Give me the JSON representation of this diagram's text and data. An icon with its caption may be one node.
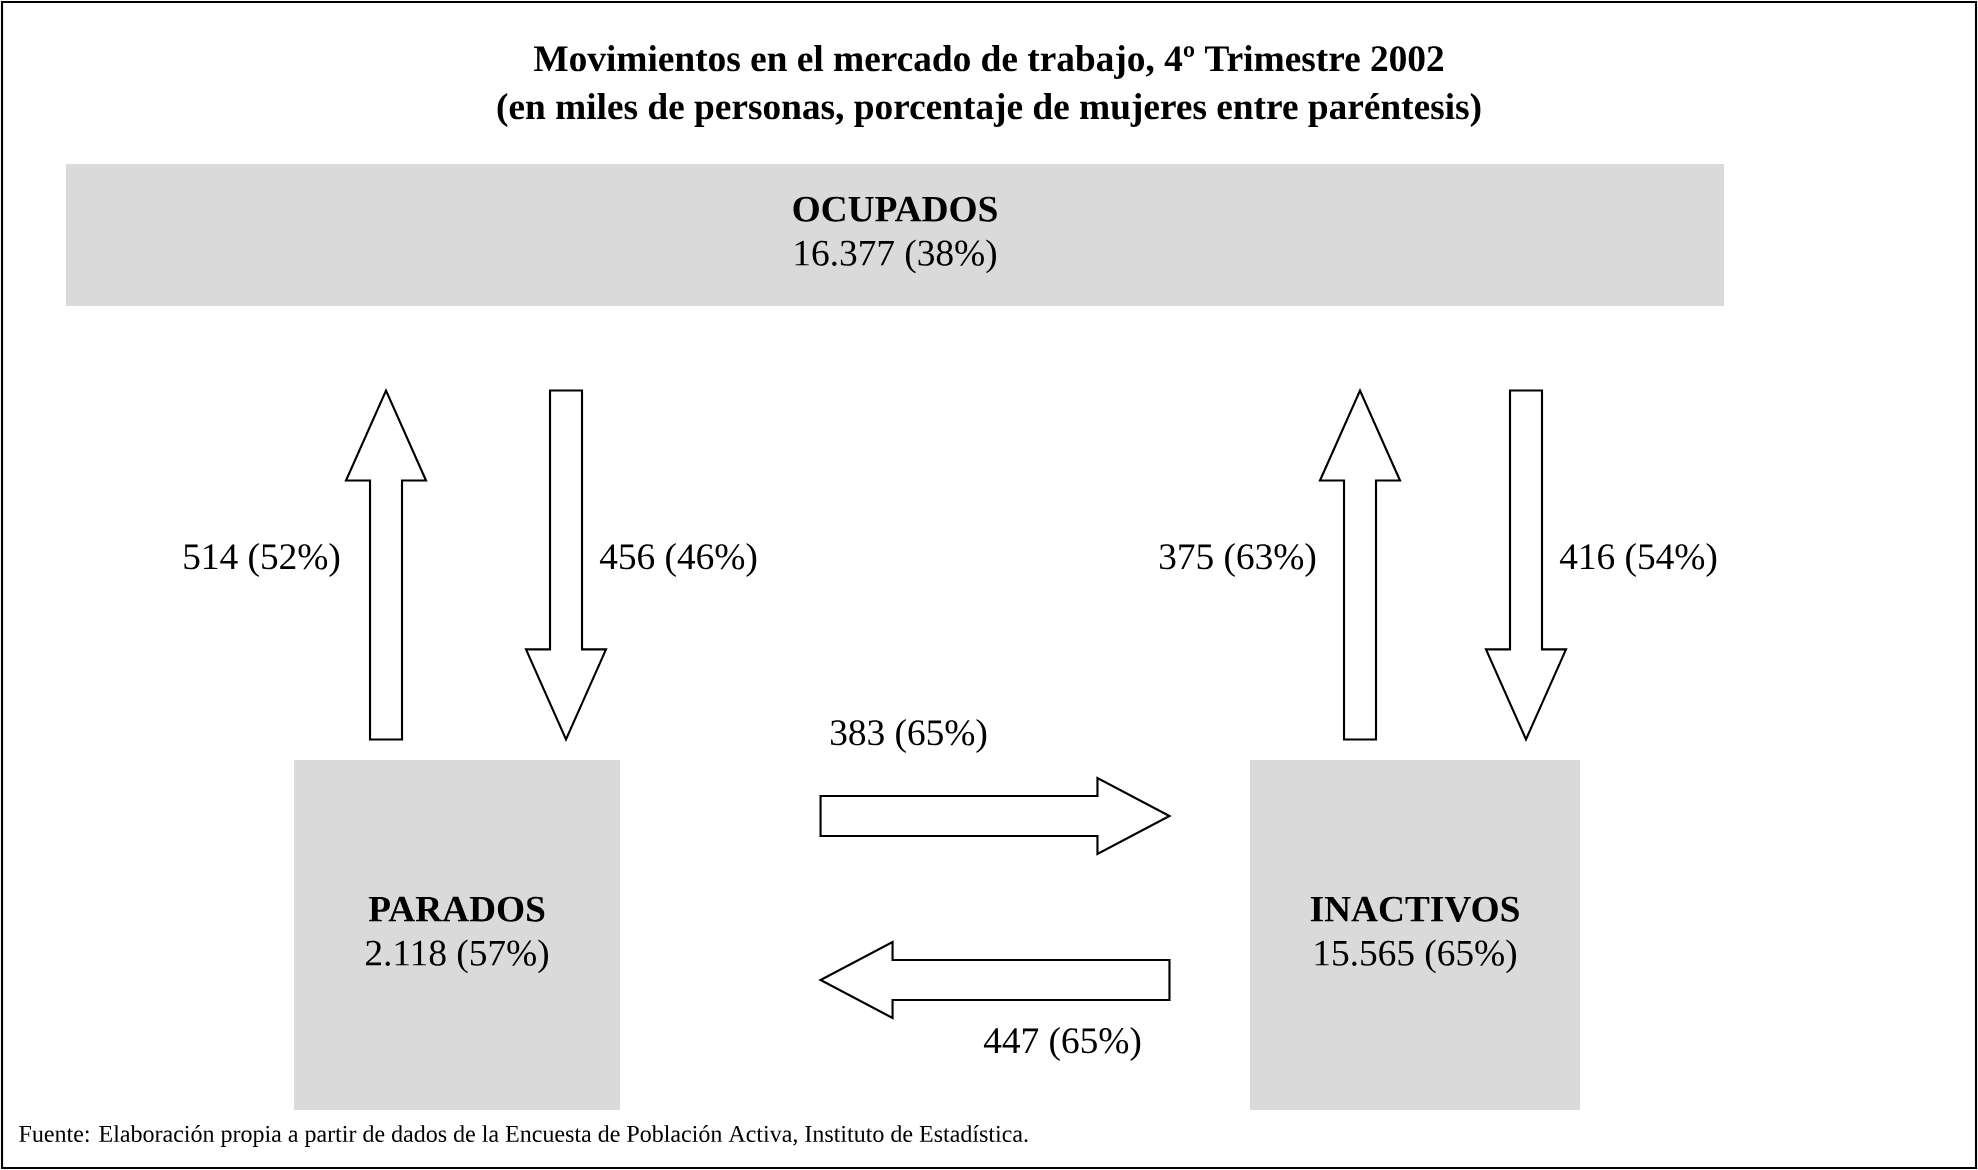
{
  "diagram": {
    "title": "Movimientos en el mercado de trabajo, 4º Trimestre 2002",
    "caption": "Fuente: Elaboración propia a partir de dados de la Encuesta de Población Activa, Instituto de Estadística.",
    "nodes": [
      {
        "text": [
          "OCUPADOS",
          "16.377 (38%)"
        ]
      },
      {
        "text": [
          "PARADOS",
          "2.118 (57%)"
        ]
      },
      {
        "text": [
          "INACTIVOS",
          "15.565 (65%)"
        ]
      }
    ],
    "edges": [
      {
        "from": 1,
        "to": 0,
        "arrow": "to",
        "label": "514 (52%)"
      },
      {
        "from": 0,
        "to": 1,
        "arrow": "to",
        "label": "456 (46%)"
      },
      {
        "from": 2,
        "to": 0,
        "arrow": "to",
        "label": "375 (63%)"
      },
      {
        "from": 0,
        "to": 2,
        "arrow": "to",
        "label": "416 (54%)"
      },
      {
        "from": 1,
        "to": 2,
        "arrow": "to",
        "label": "383 (65%)"
      },
      {
        "from": 2,
        "to": 1,
        "arrow": "to",
        "label": "447 (65%)"
      }
    ],
    "labels": [
      "(en miles de personas, porcentaje de mujeres entre paréntesis)"
    ]
  }
}
